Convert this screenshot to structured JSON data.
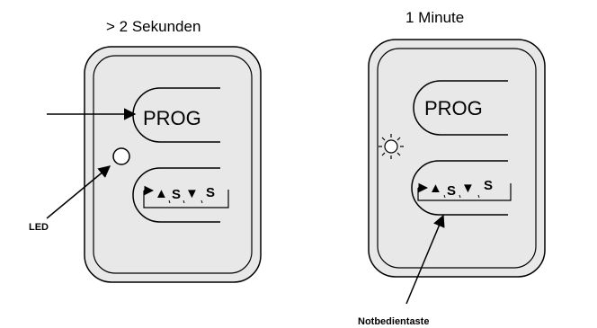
{
  "panels": [
    {
      "caption": "> 2 Sekunden",
      "button_label": "PROG",
      "sequence": {
        "up_arrow": "▲",
        "s1": "S",
        "down_arrow": "▼",
        "s2": "S"
      },
      "led_state": "off"
    },
    {
      "caption": "1 Minute",
      "button_label": "PROG",
      "sequence": {
        "up_arrow": "▲",
        "s1": "S",
        "down_arrow": "▼",
        "s2": "S"
      },
      "led_state": "on"
    }
  ],
  "annotations": {
    "led_label": "LED",
    "emergency_button_label": "Notbedientaste"
  },
  "colors": {
    "panel_fill": "#e8e8e8",
    "stroke": "#000000",
    "background": "#ffffff"
  }
}
